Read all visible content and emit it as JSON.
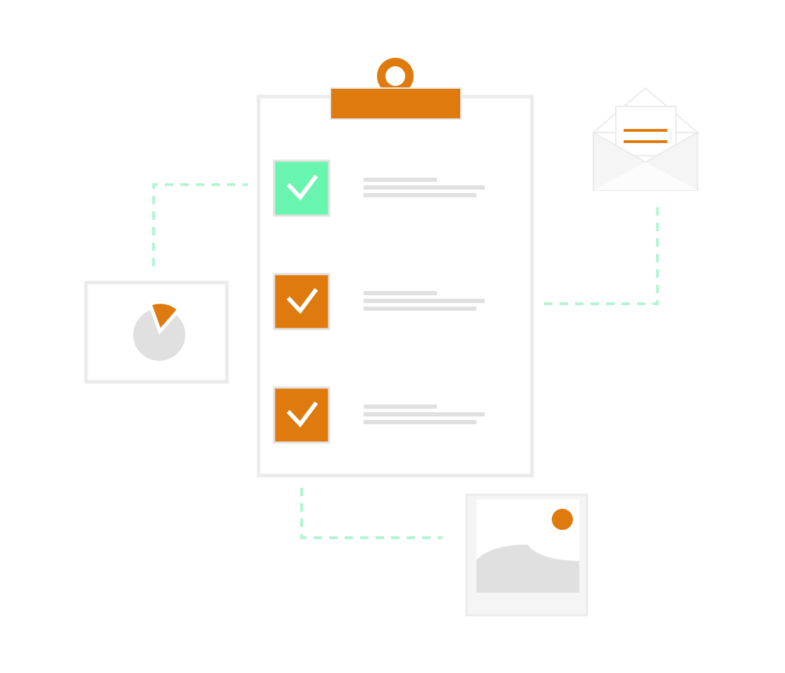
{
  "palette": {
    "accent": "#DE7A0E",
    "accent_edge": "#C86C08",
    "done": "#69F5B0",
    "done_edge": "#4ECF94",
    "connector": "#B3F5D2",
    "panel": "#FFFFFF",
    "panel_border": "#EBEBEB",
    "placeholder": "#E0E0E0",
    "surface": "#F5F5F5",
    "check_mark": "#FFFFFF"
  },
  "clipboard": {
    "icon": "clipboard-icon",
    "checklist": [
      {
        "checked": true,
        "style": "done",
        "icon": "checkmark-icon"
      },
      {
        "checked": true,
        "style": "accent",
        "icon": "checkmark-icon"
      },
      {
        "checked": true,
        "style": "accent",
        "icon": "checkmark-icon"
      }
    ]
  },
  "pie_card": {
    "icon": "pie-chart-icon",
    "slices": [
      {
        "share": 0.17,
        "style": "accent",
        "exploded": true
      },
      {
        "share": 0.83,
        "style": "placeholder",
        "exploded": false
      }
    ]
  },
  "mail_card": {
    "icon": "open-envelope-icon"
  },
  "image_card": {
    "icon": "image-icon"
  }
}
